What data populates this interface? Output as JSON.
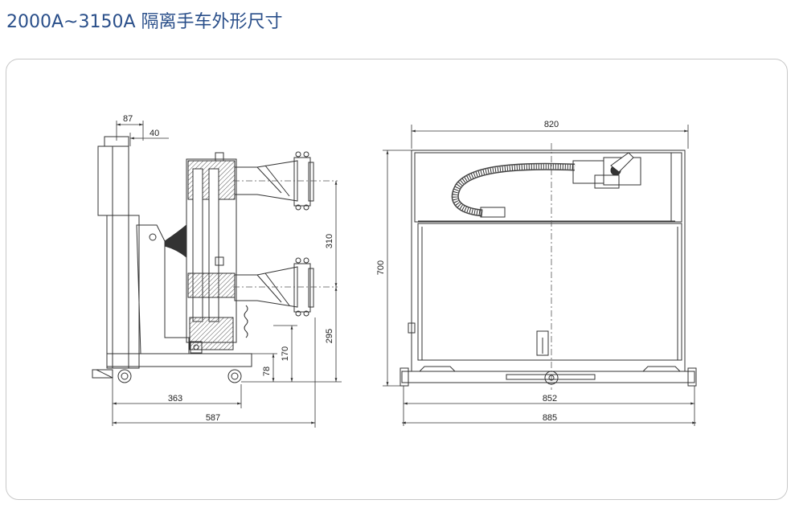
{
  "title": "2000A~3150A 隔离手车外形尺寸",
  "dimensions": {
    "d87": "87",
    "d40": "40",
    "d310": "310",
    "d295": "295",
    "d170": "170",
    "d78": "78",
    "d363": "363",
    "d587": "587",
    "d820": "820",
    "d700": "700",
    "d852": "852",
    "d885": "885"
  },
  "colors": {
    "title": "#2a4f8a",
    "line": "#333333",
    "frame": "#c8c8c8"
  }
}
